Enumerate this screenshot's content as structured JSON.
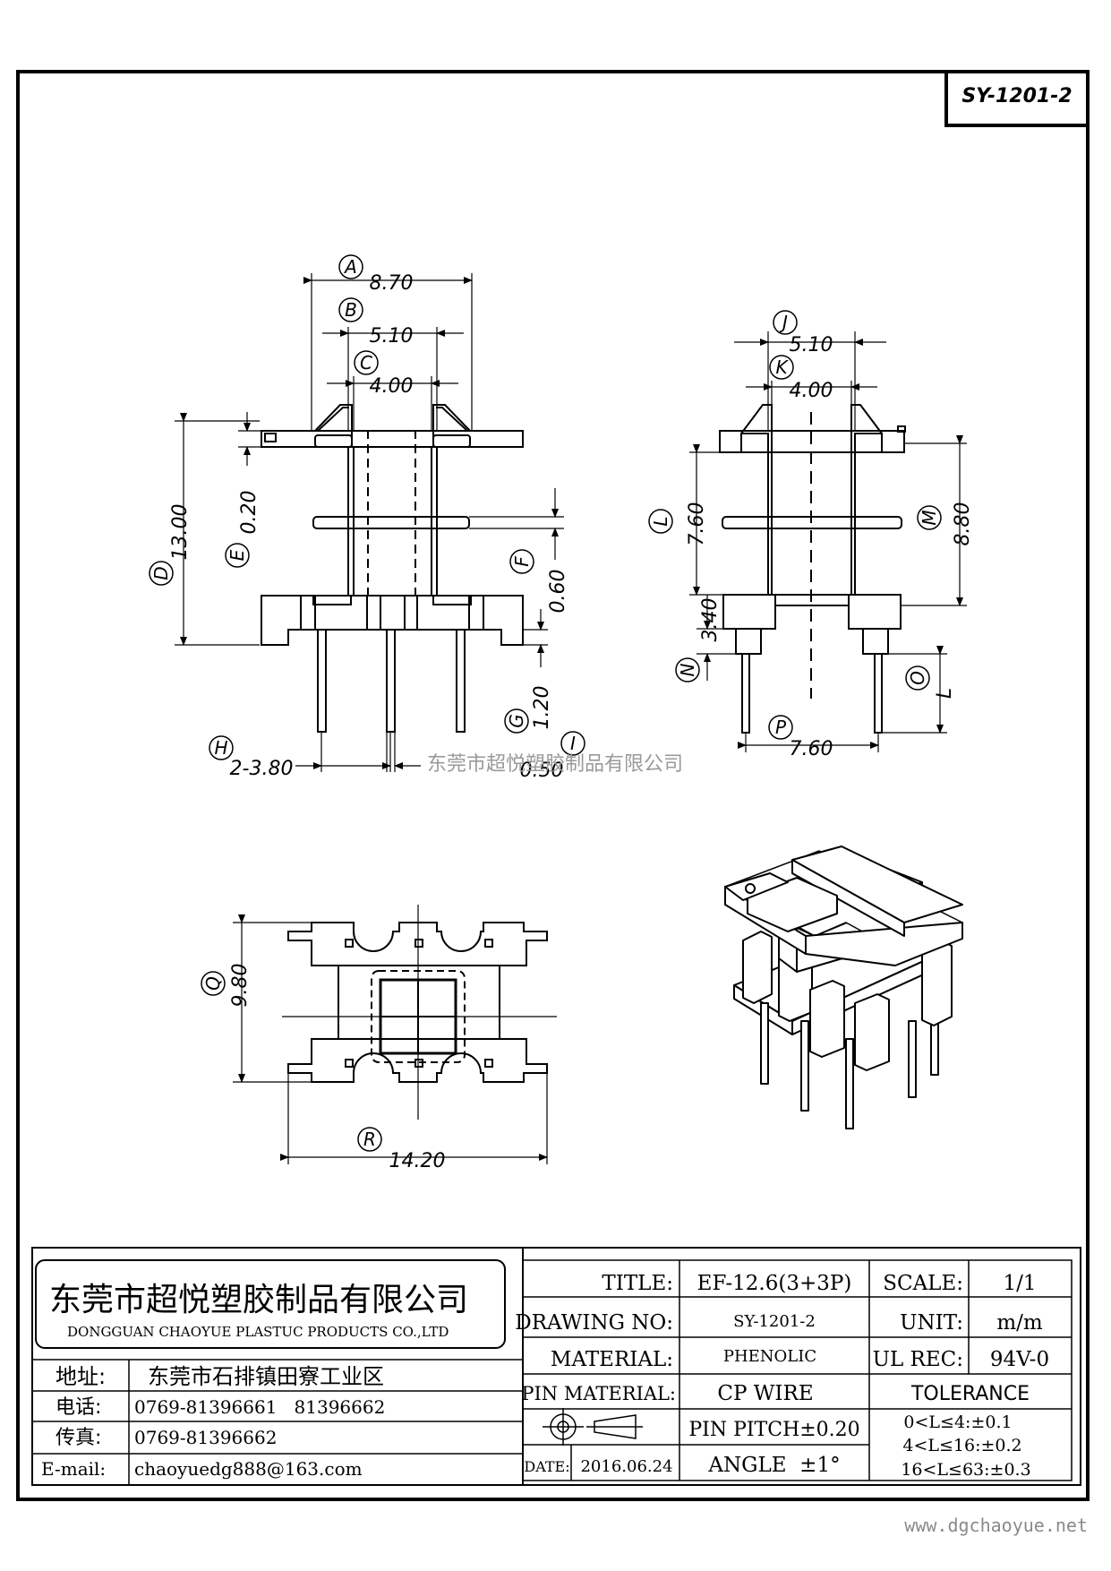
{
  "drawing_number_box": "SY-1201-2",
  "dimensions": {
    "A": {
      "letter": "A",
      "value": "8.70"
    },
    "B": {
      "letter": "B",
      "value": "5.10"
    },
    "C": {
      "letter": "C",
      "value": "4.00"
    },
    "D": {
      "letter": "D",
      "value": "13.00"
    },
    "E": {
      "letter": "E",
      "value": "0.20"
    },
    "F": {
      "letter": "F",
      "value": "0.60"
    },
    "G": {
      "letter": "G",
      "value": "1.20"
    },
    "H": {
      "letter": "H",
      "value": "2-3.80"
    },
    "I": {
      "letter": "I",
      "value": "0.50"
    },
    "J": {
      "letter": "J",
      "value": "5.10"
    },
    "K": {
      "letter": "K",
      "value": "4.00"
    },
    "L": {
      "letter": "L",
      "value": "7.60"
    },
    "M": {
      "letter": "M",
      "value": "8.80"
    },
    "N": {
      "letter": "N",
      "value": "3.40"
    },
    "O": {
      "letter": "O",
      "value": "L"
    },
    "P": {
      "letter": "P",
      "value": "7.60"
    },
    "Q": {
      "letter": "Q",
      "value": "9.80"
    },
    "R": {
      "letter": "R",
      "value": "14.20"
    }
  },
  "watermark_center": "东莞市超悦塑胶制品有限公司",
  "watermark_url": "www.dgchaoyue.net",
  "title_block": {
    "company_cn": "东莞市超悦塑胶制品有限公司",
    "company_en": "DONGGUAN CHAOYUE PLASTUC PRODUCTS CO.,LTD",
    "address_label": "地址:",
    "address_value": "东莞市石排镇田寮工业区",
    "phone_label": "电话:",
    "phone_value": "0769-81396661   81396662",
    "fax_label": "传真:",
    "fax_value": "0769-81396662",
    "email_label": "E-mail:",
    "email_value": "chaoyuedg888@163.com",
    "title_label": "TITLE:",
    "title_value": "EF-12.6(3+3P)",
    "drawing_no_label": "DRAWING NO:",
    "drawing_no_value": "SY-1201-2",
    "material_label": "MATERIAL:",
    "material_value": "PHENOLIC",
    "pin_material_label": "PIN MATERIAL:",
    "pin_material_value": "CP WIRE",
    "pin_pitch": "PIN PITCH±0.20",
    "date_label": "DATE:",
    "date_value": "2016.06.24",
    "angle": "ANGLE  ±1°",
    "scale_label": "SCALE:",
    "scale_value": "1/1",
    "unit_label": "UNIT:",
    "unit_value": "m/m",
    "ul_label": "UL REC:",
    "ul_value": "94V-0",
    "tolerance_label": "TOLERANCE",
    "tolerance_1": "0<L≤4:±0.1",
    "tolerance_2": "4<L≤16:±0.2",
    "tolerance_3": "16<L≤63:±0.3"
  }
}
